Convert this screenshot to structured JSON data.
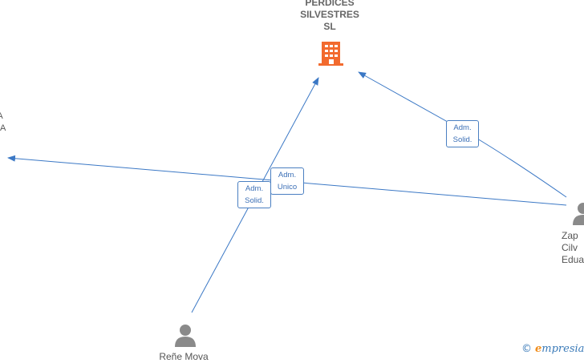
{
  "company": {
    "label": "PERDICES\nSILVESTRES\nSL",
    "icon": "building-icon",
    "color": "#f26a2e"
  },
  "left_node": {
    "label": "A\nSA"
  },
  "persons": [
    {
      "id": "rene",
      "label": "Reñe Mova",
      "icon": "person-icon"
    },
    {
      "id": "zap",
      "label": "Zap\nCilv\nEdua",
      "icon": "person-icon"
    }
  ],
  "relations": [
    {
      "id": "rel-1",
      "label": "Adm.\nSolid."
    },
    {
      "id": "rel-2",
      "label": "Adm.\nUnico"
    },
    {
      "id": "rel-3",
      "label": "Adm.\nSolid."
    }
  ],
  "brand": {
    "copyright": "©",
    "initial": "e",
    "rest": "mpresia"
  },
  "colors": {
    "edge": "#3b78c5",
    "person": "#8a8a8a"
  }
}
